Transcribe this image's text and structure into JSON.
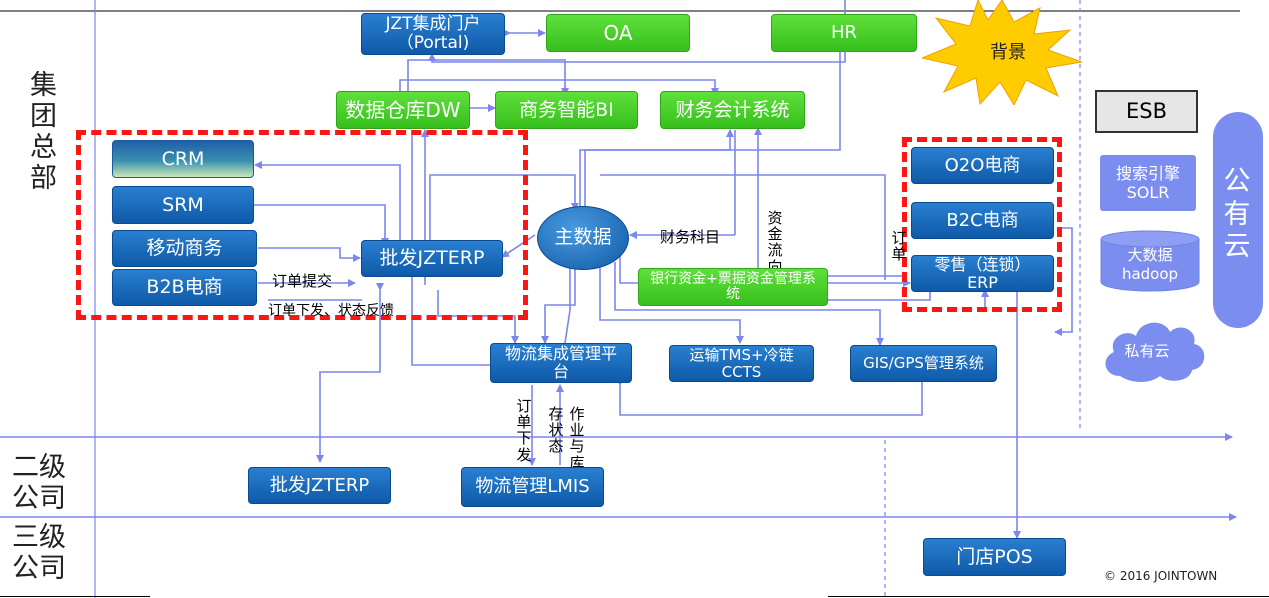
{
  "side_labels": {
    "hq": "集团总部",
    "level2": "二级公司",
    "level3": "三级公司"
  },
  "top": {
    "portal": "JZT集成门户（Portal)",
    "oa": "OA",
    "hr": "HR",
    "burst": "背景"
  },
  "row2": {
    "dw": "数据仓库DW",
    "bi": "商务智能BI",
    "finance": "财务会计系统"
  },
  "left_group": {
    "crm": "CRM",
    "srm": "SRM",
    "mobile": "移动商务",
    "b2b": "B2B电商",
    "jzterp": "批发JZTERP"
  },
  "center": {
    "master_data": "主数据",
    "bank": "银行资金+票据资金管理系统",
    "finance_subject": "财务科目",
    "fund_flow": "资金流向"
  },
  "right_group": {
    "o2o": "O2O电商",
    "b2c": "B2C电商",
    "retail": "零售（连锁）ERP",
    "order": "订单"
  },
  "logistics": {
    "platform": "物流集成管理平台",
    "tms": "运输TMS+冷链CCTS",
    "gis": "GIS/GPS管理系统",
    "lmis": "物流管理LMIS"
  },
  "annotations": {
    "order_submit": "订单提交",
    "order_feedback": "订单下发、状态反馈",
    "order_down": "订单下发",
    "stock_status": "存状态",
    "ops_stock": "作业与库"
  },
  "right_side": {
    "esb": "ESB",
    "search": "搜索引擎SOLR",
    "bigdata": "大数据hadoop",
    "private_cloud": "私有云",
    "public_cloud": "公有云"
  },
  "bottom": {
    "sub_erp": "批发JZTERP",
    "store_pos": "门店POS",
    "copyright": "© 2016 JOINTOWN"
  },
  "colors": {
    "blue": "#1565c0",
    "green": "#3fcc25",
    "red_dash": "#ff1414",
    "arrow": "#7b86ee",
    "burst": "#ffcc00",
    "cloud": "#7b8ef0"
  }
}
